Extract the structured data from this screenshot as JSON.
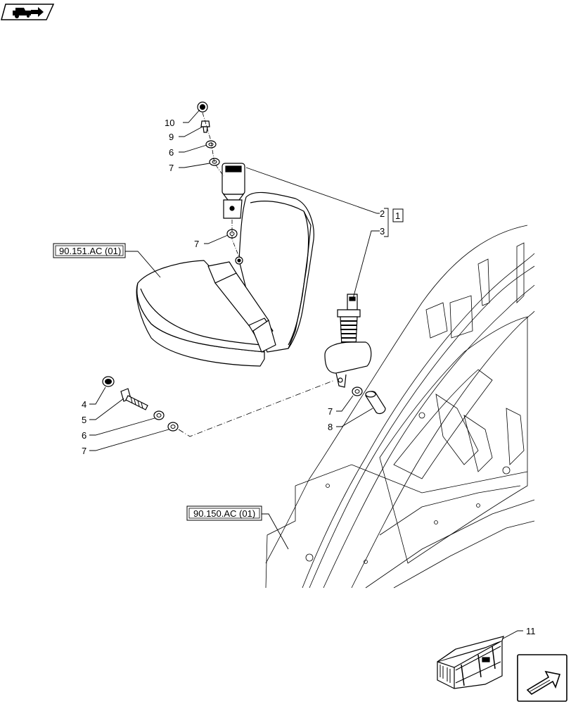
{
  "header": {
    "logo_icon": "tractor-arrow-icon"
  },
  "callouts": [
    {
      "id": "c10",
      "label": "10"
    },
    {
      "id": "c9",
      "label": "9"
    },
    {
      "id": "c6a",
      "label": "6"
    },
    {
      "id": "c7a",
      "label": "7"
    },
    {
      "id": "c7b",
      "label": "7"
    },
    {
      "id": "c2",
      "label": "2"
    },
    {
      "id": "c3",
      "label": "3"
    },
    {
      "id": "c1",
      "label": "1"
    },
    {
      "id": "c4",
      "label": "4"
    },
    {
      "id": "c5",
      "label": "5"
    },
    {
      "id": "c6b",
      "label": "6"
    },
    {
      "id": "c7c",
      "label": "7"
    },
    {
      "id": "c7d",
      "label": "7"
    },
    {
      "id": "c8",
      "label": "8"
    },
    {
      "id": "c11",
      "label": "11"
    }
  ],
  "references": {
    "seat_ref": "90.151.AC (01)",
    "cab_ref": "90.150.AC (01)"
  },
  "footer": {
    "nav_icon": "next-page-arrow-icon",
    "kit_icon": "shipping-crate-icon"
  }
}
